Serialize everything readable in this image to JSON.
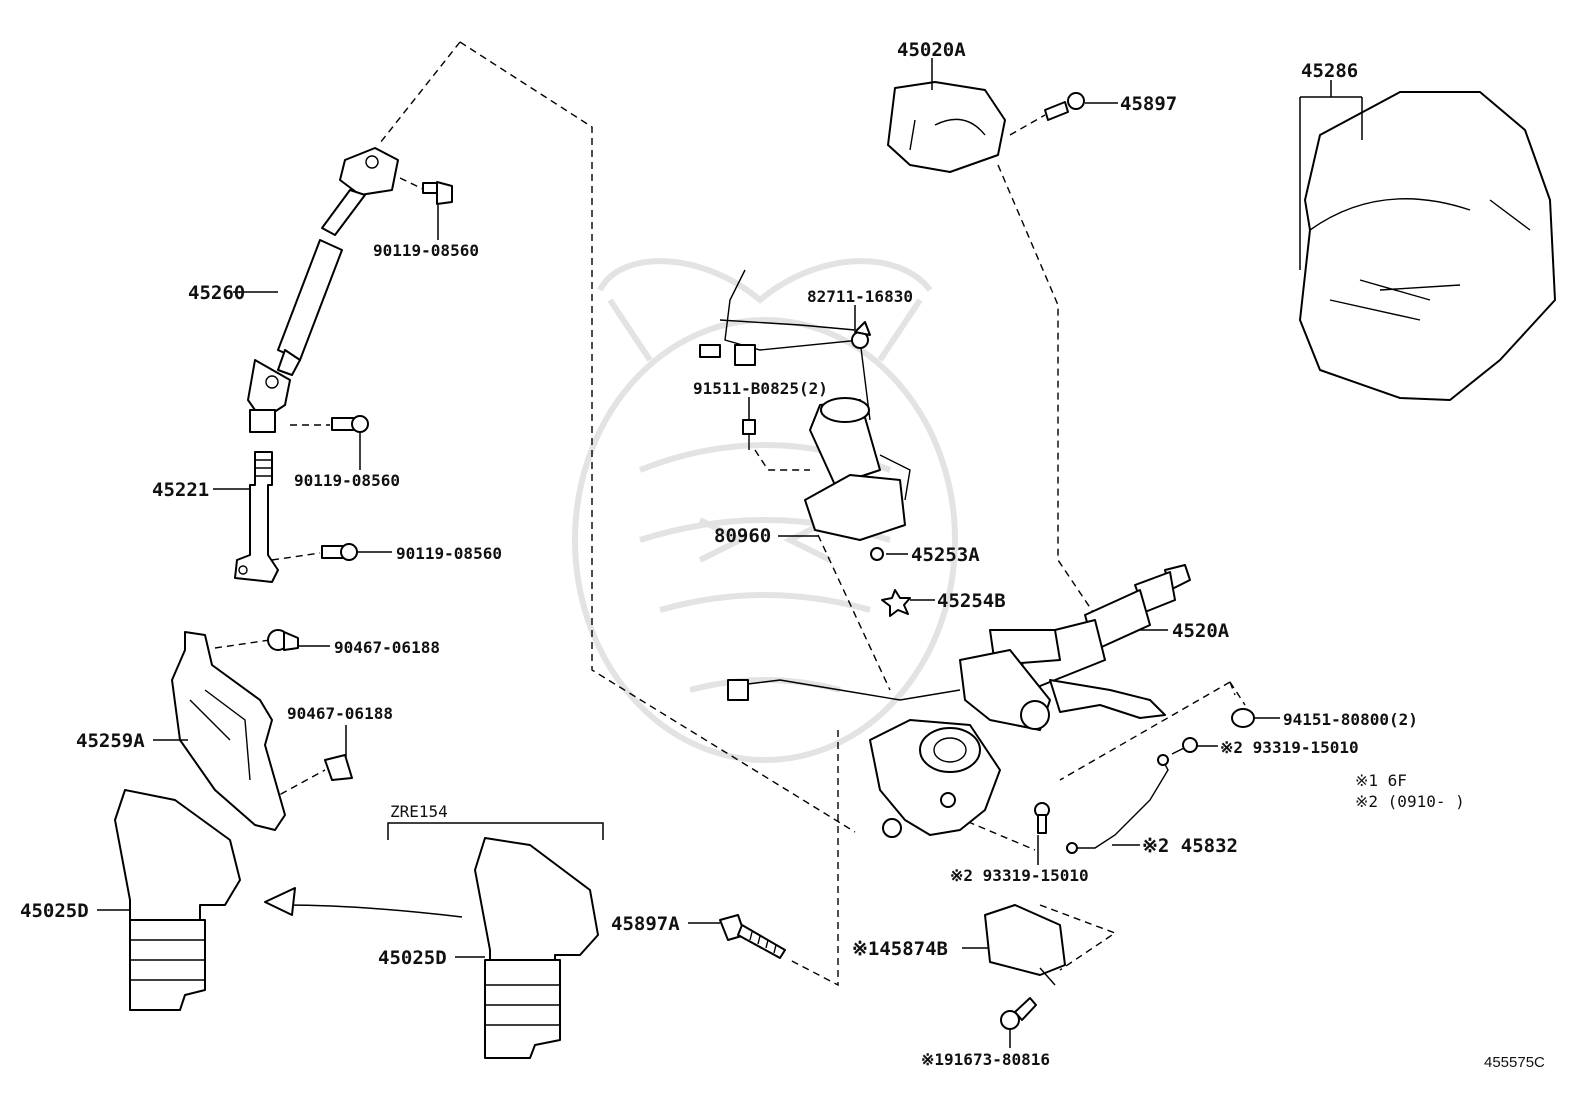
{
  "diagram": {
    "labels": {
      "p45020A": "45020A",
      "p45897": "45897",
      "p45286": "45286",
      "p90119_a": "90119-08560",
      "p45260": "45260",
      "p82711": "82711-16830",
      "p91511": "91511-B0825(2)",
      "p90119_b": "90119-08560",
      "p45221": "45221",
      "p80960": "80960",
      "p90119_c": "90119-08560",
      "p45253A": "45253A",
      "p45254B": "45254B",
      "p4520A": "4520A",
      "p90467_a": "90467-06188",
      "p94151": "94151-80800(2)",
      "p90467_b": "90467-06188",
      "p93319_a": "※2 93319-15010",
      "p45259A": "45259A",
      "note1": "※1 6F",
      "note2": "※2 (0910-       )",
      "zre": "ZRE154",
      "p45832": "※2 45832",
      "p93319_b": "※2 93319-15010",
      "p45025D_a": "45025D",
      "p45897A": "45897A",
      "p145874B": "※145874B",
      "p45025D_b": "45025D",
      "p191673": "※191673-80816",
      "ref": "455575C"
    }
  }
}
